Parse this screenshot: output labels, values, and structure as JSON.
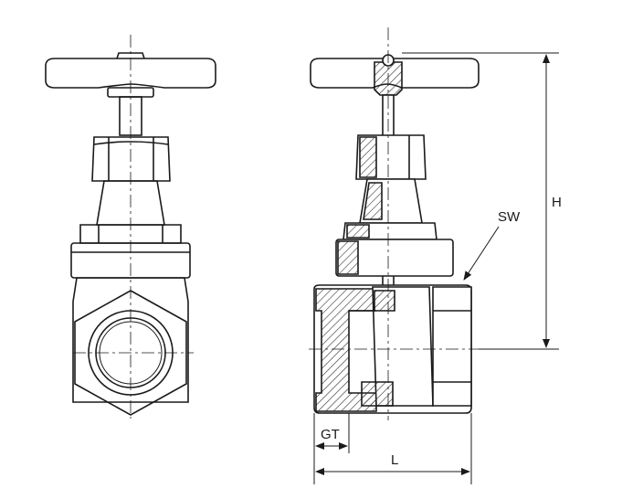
{
  "labels": {
    "sw": "SW",
    "h": "H",
    "gt": "GT",
    "l": "L"
  },
  "colors": {
    "line": "#1a1a1a",
    "hatch": "#333333",
    "background": "#ffffff"
  }
}
